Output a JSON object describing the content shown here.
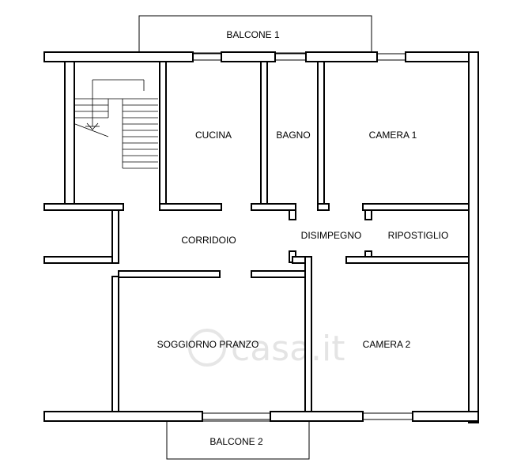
{
  "plan": {
    "rooms": {
      "balcone_1": "BALCONE 1",
      "cucina": "CUCINA",
      "bagno": "BAGNO",
      "camera_1": "CAMERA 1",
      "corridoio": "CORRIDOIO",
      "disimpegno": "DISIMPEGNO",
      "ripostiglio": "RIPOSTIGLIO",
      "soggiorno_pranzo": "SOGGIORNO PRANZO",
      "camera_2": "CAMERA 2",
      "balcone_2": "BALCONE 2"
    },
    "watermark": "casa.it"
  }
}
